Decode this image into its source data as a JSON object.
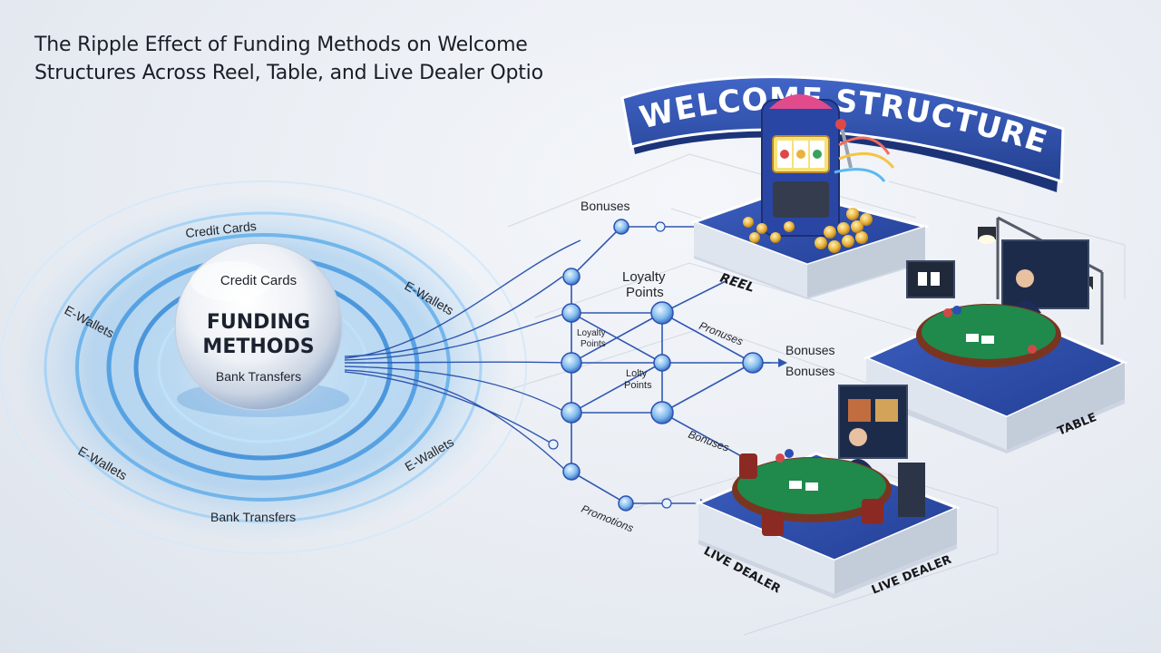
{
  "title": {
    "line1": "The Ripple Effect of Funding Methods on Welcome",
    "line2": "Structures Across Reel, Table, and Live Dealer Optio"
  },
  "banner": {
    "text": "WELCOME STRUCTURES"
  },
  "center": {
    "top": "Credit Cards",
    "main_line1": "FUNDING",
    "main_line2": "METHODS",
    "bottom": "Bank Transfers"
  },
  "ripple_labels": {
    "top": "Credit Cards",
    "left_top": "E-Wallets",
    "right_top": "E-Wallets",
    "left_bottom": "E-Wallets",
    "right_bottom": "E-Wallets",
    "bottom": "Bank Transfers"
  },
  "network_labels": {
    "bonuses_top": "Bonuses",
    "loyalty_line1": "Loyalty",
    "loyalty_line2": "Points",
    "loyalty_small_line1": "Loyalty",
    "loyalty_small_line2": "Points",
    "lolty_line1": "Lolty",
    "lolty_line2": "Points",
    "pronuses": "Pronuses",
    "bonuses_mid_1": "Bonuses",
    "bonuses_mid_2": "Bonuses",
    "bonuses_lower": "Bonuses",
    "promotions": "Promotions"
  },
  "platforms": {
    "reel": "REEL",
    "table": "TABLE",
    "live_dealer_1": "LIVE DEALER",
    "live_dealer_2": "LIVE DEALER"
  },
  "colors": {
    "accent_blue": "#2b4fb3",
    "banner_blue": "#2d4ea8",
    "felt_green": "#1f8a4c",
    "ripple_blue": "#4aa3e8",
    "gold": "#e9b23a"
  }
}
